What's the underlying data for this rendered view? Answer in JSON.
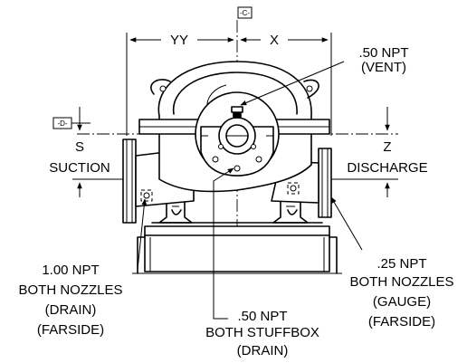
{
  "dimensions": {
    "left_label": "YY",
    "right_label": "X"
  },
  "datum_tags": {
    "c": "-C-",
    "d": "-D-"
  },
  "labels": {
    "vent": {
      "line1": ".50 NPT",
      "line2": "(VENT)"
    },
    "suction": {
      "line1": "S",
      "line2": "SUCTION"
    },
    "discharge": {
      "line1": "Z",
      "line2": "DISCHARGE"
    },
    "drain_nozzles": {
      "line1": "1.00 NPT",
      "line2": "BOTH NOZZLES",
      "line3": "(DRAIN)",
      "line4": "(FARSIDE)"
    },
    "stuffbox": {
      "line1": ".50 NPT",
      "line2": "BOTH STUFFBOX",
      "line3": "(DRAIN)"
    },
    "gauge_nozzles": {
      "line1": ".25 NPT",
      "line2": "BOTH NOZZLES",
      "line3": "(GAUGE)",
      "line4": "(FARSIDE)"
    }
  }
}
